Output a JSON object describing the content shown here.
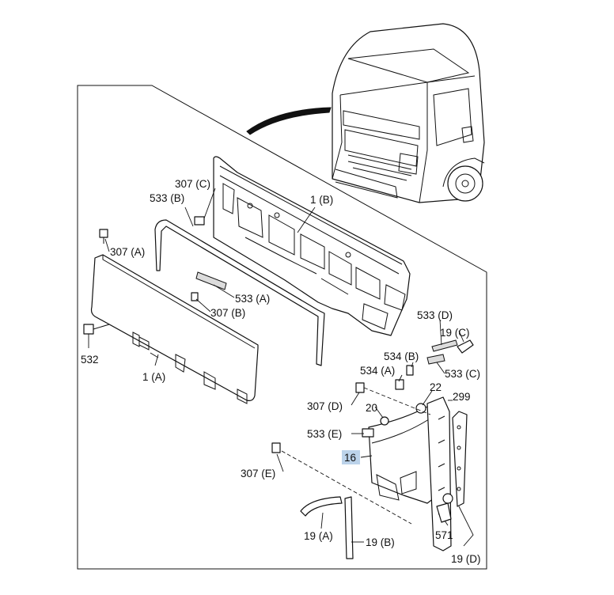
{
  "diagram": {
    "highlight_color": "#bcd3ea",
    "labels": [
      {
        "id": "l-307c",
        "text": "307 (C)"
      },
      {
        "id": "l-533b",
        "text": "533 (B)"
      },
      {
        "id": "l-1b",
        "text": "1 (B)"
      },
      {
        "id": "l-307a",
        "text": "307 (A)"
      },
      {
        "id": "l-533a",
        "text": "533 (A)"
      },
      {
        "id": "l-307b",
        "text": "307 (B)"
      },
      {
        "id": "l-532",
        "text": "532"
      },
      {
        "id": "l-1a",
        "text": "1 (A)"
      },
      {
        "id": "l-533d",
        "text": "533 (D)"
      },
      {
        "id": "l-19c",
        "text": "19 (C)"
      },
      {
        "id": "l-534b",
        "text": "534 (B)"
      },
      {
        "id": "l-533c",
        "text": "533 (C)"
      },
      {
        "id": "l-534a",
        "text": "534 (A)"
      },
      {
        "id": "l-22",
        "text": "22"
      },
      {
        "id": "l-299",
        "text": "299"
      },
      {
        "id": "l-307d",
        "text": "307 (D)"
      },
      {
        "id": "l-20",
        "text": "20"
      },
      {
        "id": "l-533e",
        "text": "533 (E)"
      },
      {
        "id": "l-16",
        "text": "16"
      },
      {
        "id": "l-307e",
        "text": "307 (E)"
      },
      {
        "id": "l-571",
        "text": "571"
      },
      {
        "id": "l-19a",
        "text": "19 (A)"
      },
      {
        "id": "l-19b",
        "text": "19 (B)"
      },
      {
        "id": "l-19d",
        "text": "19 (D)"
      }
    ]
  }
}
